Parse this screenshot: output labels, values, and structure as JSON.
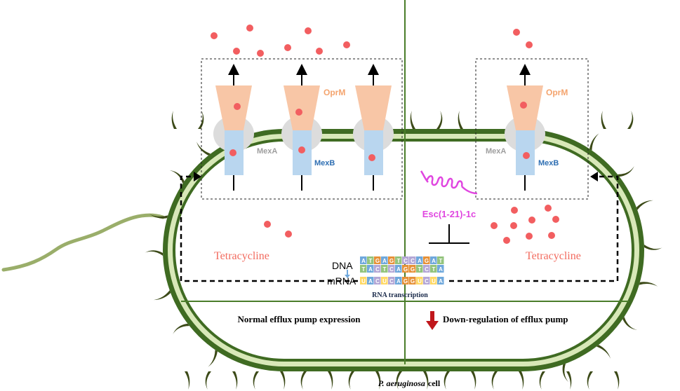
{
  "colors": {
    "membrane_outer": "#3f6b22",
    "membrane_inner": "#d8e8b8",
    "divider": "#4a7d2a",
    "flagellum": "#9aae6a",
    "pili": "#3c4a18",
    "oprm_fill": "#f8c6a6",
    "mexb_fill": "#b9d6ef",
    "mexa_fill": "#dcdcdc",
    "drug_dot": "#f25e60",
    "tetracycline_text": "#f26b5f",
    "oprm_text": "#f4a46e",
    "mexa_text": "#9e9e9e",
    "mexb_text": "#2f6fb3",
    "peptide": "#e046e0",
    "down_arrow": "#c0171c",
    "dna_a": "#6fa8dc",
    "dna_t": "#93c47d",
    "dna_g": "#e69138",
    "dna_c": "#b4a7d6",
    "dna_u": "#ffd966",
    "label_dark": "#1a2a4a"
  },
  "labels": {
    "oprm_left": "OprM",
    "oprm_right": "OprM",
    "mexa_left": "MexA",
    "mexa_right": "MexA",
    "mexb_left": "MexB",
    "mexb_right": "MexB",
    "tetracycline_left": "Tetracycline",
    "tetracycline_right": "Tetracycline",
    "peptide": "Esc(1-21)-1c",
    "dna": "DNA",
    "mrna": "mRNA",
    "rna_transcription": "RNA transcription",
    "normal_expression": "Normal efflux pump expression",
    "down_regulation": "Down-regulation of efflux pump",
    "cell_species": "P. aeruginosa",
    "cell_word": "cell"
  },
  "dna_strands": {
    "top": "ATGAGTCCAGAT",
    "middle": "TACTCAGGTCTA",
    "mrna": "UACUCAGGUCUA"
  },
  "icons": {
    "efflux_arrow": "arrow-up-icon",
    "feedback_arrow": "dashed-arrow-icon",
    "inhibition": "t-bar-inhibition-icon",
    "down_arrow": "arrow-down-icon",
    "peptide": "helix-icon"
  }
}
